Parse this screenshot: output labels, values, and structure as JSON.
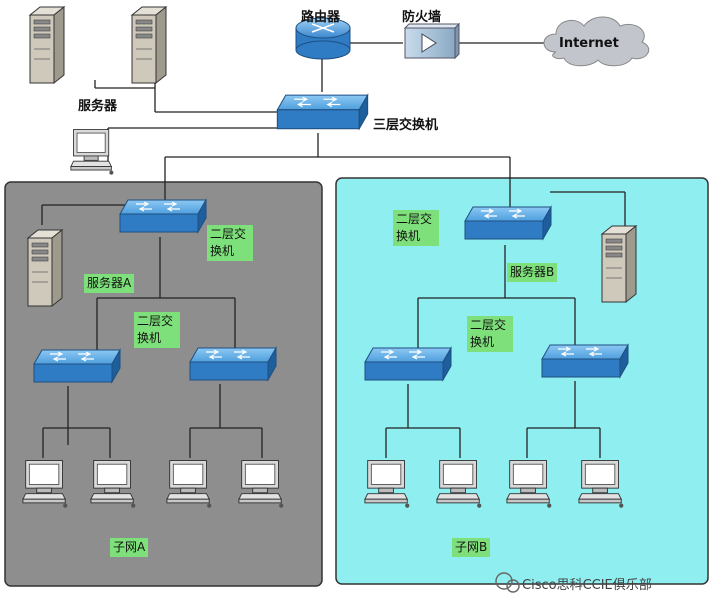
{
  "labels": {
    "servers": "服务器",
    "router": "路由器",
    "firewall": "防火墙",
    "internet": "Internet",
    "l3_switch": "三层交换机",
    "l2_switch": "二层交换机",
    "server_a": "服务器A",
    "server_b": "服务器B",
    "subnet_a": "子网A",
    "subnet_b": "子网B",
    "watermark": "Cisco思科CCIE俱乐部"
  },
  "colors": {
    "zone_a": "#8e8e8e",
    "zone_b": "#8eeef0",
    "switch_fill": "#3f8fd4",
    "label_green": "#7ee07a",
    "line": "#222222"
  }
}
